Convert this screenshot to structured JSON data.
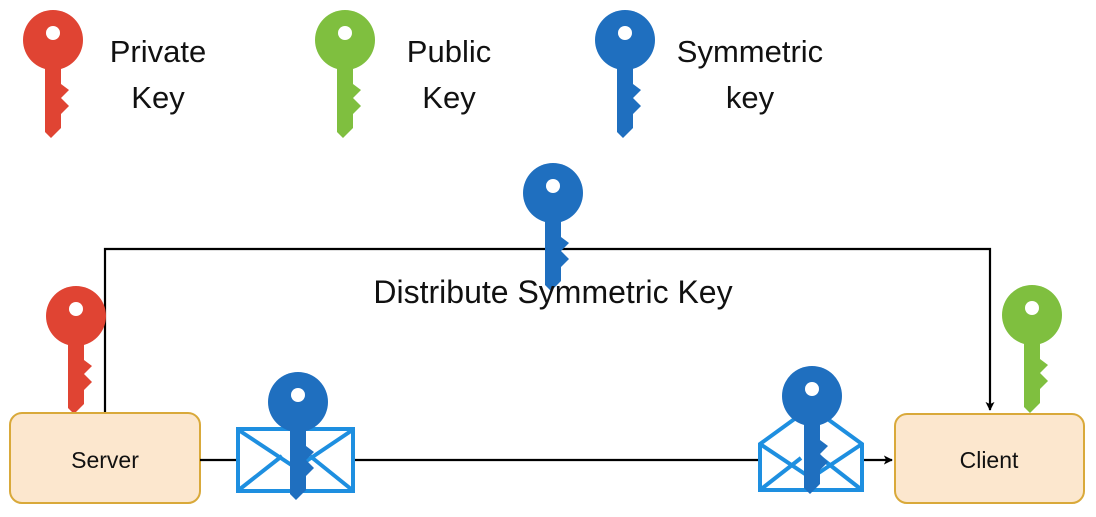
{
  "legend": [
    {
      "line1": "Private",
      "line2": "Key",
      "icon": "key-icon",
      "color": "#E04433"
    },
    {
      "line1": "Public",
      "line2": "Key",
      "icon": "key-icon",
      "color": "#7FBF3F"
    },
    {
      "line1": "Symmetric",
      "line2": "key",
      "icon": "key-icon",
      "color": "#1F6FBF"
    }
  ],
  "nodes": {
    "server": {
      "label": "Server"
    },
    "client": {
      "label": "Client"
    }
  },
  "flow": {
    "distribute_label": "Distribute Symmetric Key"
  },
  "colors": {
    "node_fill": "#FCE7CE",
    "node_border": "#D9A93A",
    "envelope": "#1E8FE0",
    "line": "#000000"
  },
  "icons": {
    "key": "key-icon",
    "envelope_closed": "envelope-icon",
    "envelope_open": "envelope-open-icon"
  }
}
